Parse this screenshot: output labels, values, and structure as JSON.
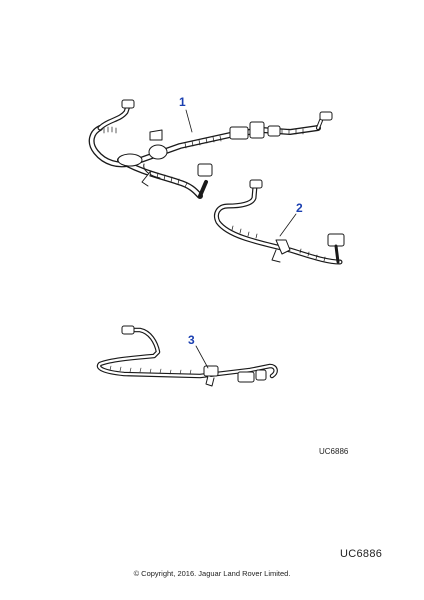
{
  "callouts": {
    "part1": "1",
    "part2": "2",
    "part3": "3"
  },
  "reference_small": "UC6886",
  "reference_large": "UC6886",
  "copyright": "© Copyright, 2016. Jaguar Land Rover Limited.",
  "colors": {
    "callout": "#1a3fb0",
    "line": "#1a1a1a"
  }
}
